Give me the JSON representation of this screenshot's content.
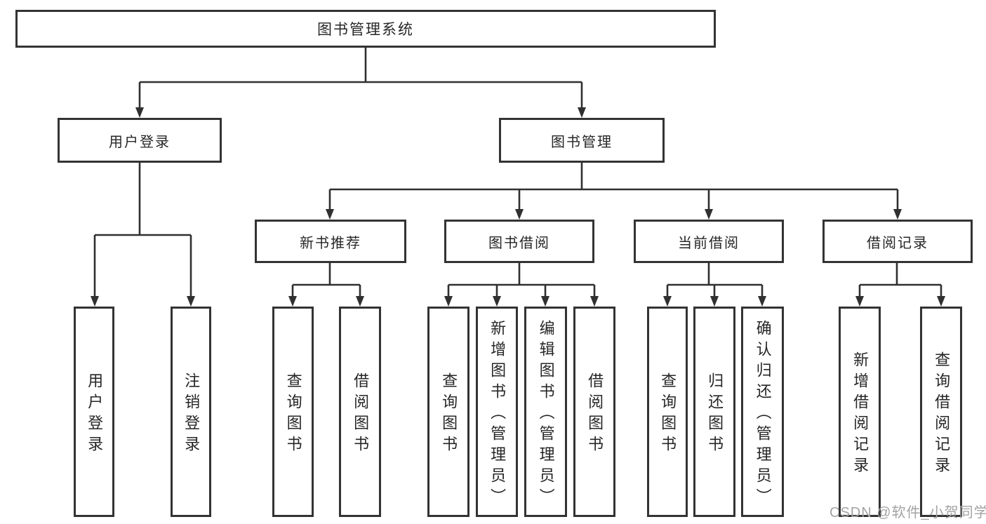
{
  "colors": {
    "line": "#303030",
    "box_border": "#333333",
    "text": "#262626",
    "watermark": "#a3a3a3",
    "background": "#ffffff"
  },
  "diagram": {
    "root": "图书管理系统",
    "level2": [
      "用户登录",
      "图书管理"
    ],
    "level3": [
      "新书推荐",
      "图书借阅",
      "当前借阅",
      "借阅记录"
    ],
    "leaves": {
      "user_login": [
        "用户登录",
        "注销登录"
      ],
      "new_books": [
        "查询图书",
        "借阅图书"
      ],
      "book_borrow": [
        "查询图书",
        "新增图书（管理员）",
        "编辑图书（管理员）",
        "借阅图书"
      ],
      "current_borrow": [
        "查询图书",
        "归还图书",
        "确认归还（管理员）"
      ],
      "borrow_records": [
        "新增借阅记录",
        "查询借阅记录"
      ]
    }
  },
  "watermark": "CSDN @软件_小贺同学"
}
